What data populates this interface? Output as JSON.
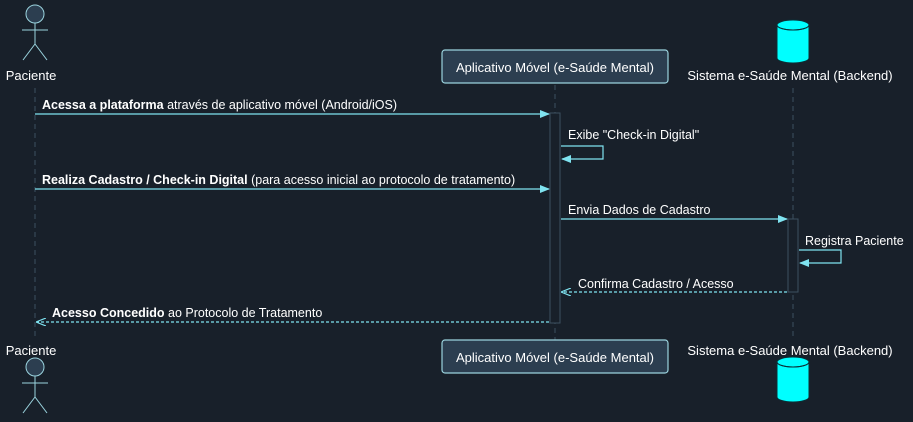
{
  "participants": {
    "patient": {
      "name": "Paciente"
    },
    "app": {
      "name": "Aplicativo Móvel (e-Saúde Mental)"
    },
    "backend": {
      "name": "Sistema e-Saúde Mental (Backend)"
    }
  },
  "messages": [
    {
      "bold": "Acessa a plataforma",
      "text": " através de aplicativo móvel (Android/iOS)"
    },
    {
      "bold": "",
      "text": "Exibe \"Check-in Digital\""
    },
    {
      "bold": "Realiza Cadastro / Check-in Digital",
      "text": " (para acesso inicial ao protocolo de tratamento)"
    },
    {
      "bold": "",
      "text": "Envia Dados de Cadastro"
    },
    {
      "bold": "",
      "text": "Registra Paciente"
    },
    {
      "bold": "",
      "text": "Confirma Cadastro / Acesso"
    },
    {
      "bold": "Acesso Concedido",
      "text": " ao Protocolo de Tratamento"
    }
  ],
  "colors": {
    "background": "#18202a",
    "line": "#7fe3f0",
    "text": "#ffffff",
    "database": "#00ffff",
    "box_fill": "#2c3e50",
    "box_border": "#9ad3de"
  }
}
